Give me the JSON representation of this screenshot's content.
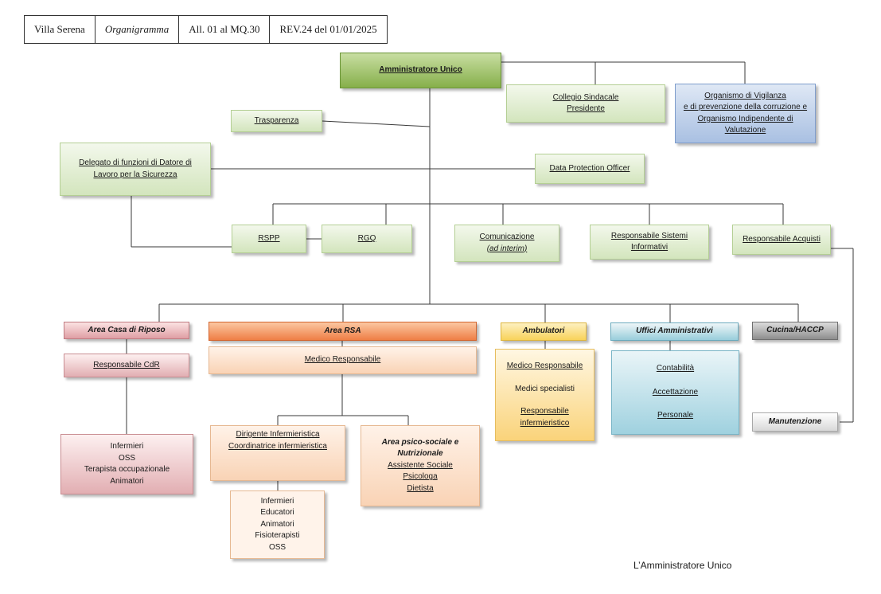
{
  "header": {
    "company": "Villa Serena",
    "doc_type": "Organigramma",
    "attachment": "All. 01 al MQ.30",
    "revision": "REV.24 del 01/01/2025"
  },
  "nodes": {
    "amministratore": "Amministratore Unico",
    "collegio": [
      "Collegio Sindacale",
      "Presidente"
    ],
    "odv": [
      "Organismo di Vigilanza",
      "e di prevenzione della corruzione e",
      "Organismo Indipendente di",
      "Valutazione"
    ],
    "trasparenza": "Trasparenza",
    "delegato": [
      "Delegato di funzioni di Datore di",
      "Lavoro per la Sicurezza"
    ],
    "dpo": "Data Protection Officer",
    "rspp": "RSPP",
    "rgq": "RGQ",
    "comunicazione": [
      "Comunicazione",
      "(ad interim)"
    ],
    "sistemi": [
      "Responsabile Sistemi",
      "Informativi"
    ],
    "acquisti": "Responsabile Acquisti",
    "area_cdr": "Area Casa di Riposo",
    "resp_cdr": "Responsabile CdR",
    "cdr_staff": [
      "Infermieri",
      "OSS",
      "Terapista occupazionale",
      "Animatori"
    ],
    "area_rsa": "Area RSA",
    "medico_rsa": "Medico Responsabile",
    "dirigente": [
      "Dirigente Infermieristica",
      "Coordinatrice infermieristica"
    ],
    "psico_title": [
      "Area psico-sociale e",
      "Nutrizionale"
    ],
    "psico_staff": [
      "Assistente Sociale",
      "Psicologa",
      "Dietista"
    ],
    "rsa_staff": [
      "Infermieri",
      "Educatori",
      "Animatori",
      "Fisioterapisti",
      "OSS"
    ],
    "ambulatori": "Ambulatori",
    "amb_items": [
      "Medico Responsabile",
      "Medici specialisti",
      "Responsabile",
      "infermieristico"
    ],
    "uffici": "Uffici Amministrativi",
    "uff_items": [
      "Contabilità",
      "Accettazione",
      "Personale"
    ],
    "cucina": "Cucina/HACCP",
    "manutenzione": "Manutenzione"
  },
  "signature": "L’Amministratore Unico"
}
